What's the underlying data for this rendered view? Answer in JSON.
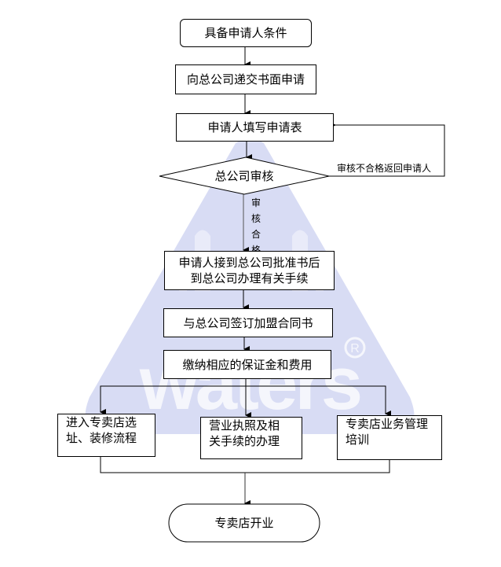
{
  "watermark": {
    "name": "waters",
    "text": "waters",
    "registered": "R",
    "color": "#d8dcf4"
  },
  "flow": {
    "start": "具备申请人条件",
    "step1": "向总公司递交书面申请",
    "step2": "申请人填写申请表",
    "decision": "总公司审核",
    "reject_label": "审核不合格返回申请人",
    "approve_label_chars": [
      "审",
      "核",
      "合",
      "格"
    ],
    "step3_line1": "申请人接到总公司批准书后",
    "step3_line2": "到总公司办理有关手续",
    "step4": "与总公司签订加盟合同书",
    "step5": "缴纳相应的保证金和费用",
    "branch_a_line1": "进入专卖店选",
    "branch_a_line2": "址、装修流程",
    "branch_b_line1": "营业执照及相",
    "branch_b_line2": "关手续的办理",
    "branch_c_line1": "专卖店业务管理",
    "branch_c_line2": "培训",
    "end": "专卖店开业"
  },
  "colors": {
    "line": "#000000",
    "watermark": "#d8dcf4",
    "background": "#ffffff"
  }
}
